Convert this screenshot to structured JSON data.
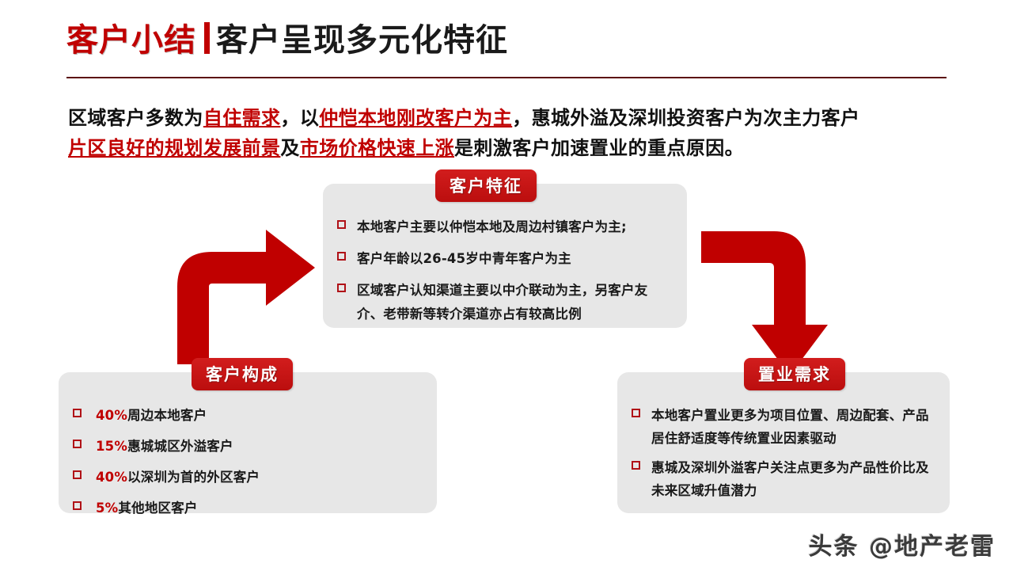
{
  "header": {
    "title_red": "客户小结",
    "title_black": "客户呈现多元化特征",
    "accent_color": "#c00000",
    "rule_color": "#5c1010"
  },
  "intro": {
    "line1_seg1": "区域客户多数为",
    "line1_hl1": "自住需求",
    "line1_seg2": "，以",
    "line1_hl2": "仲恺本地刚改客户为主",
    "line1_seg3": "，惠城外溢及深圳投资客户为次主力客户",
    "line2_hl1": "片区良好的规划发展前景",
    "line2_seg1": "及",
    "line2_hl2": "市场价格快速上涨",
    "line2_seg2": "是刺激客户加速置业的重点原因。"
  },
  "panels": {
    "feature": {
      "title": "客户特征",
      "bullets": [
        "本地客户主要以仲恺本地及周边村镇客户为主;",
        "客户年龄以26-45岁中青年客户为主",
        "区域客户认知渠道主要以中介联动为主，另客户友介、老带新等转介渠道亦占有较高比例"
      ]
    },
    "composition": {
      "title": "客户构成",
      "bullets": [
        {
          "pct": "40%",
          "text": "周边本地客户"
        },
        {
          "pct": "15%",
          "text": "惠城城区外溢客户"
        },
        {
          "pct": "40%",
          "text": "以深圳为首的外区客户"
        },
        {
          "pct": "5%",
          "text": "其他地区客户"
        }
      ]
    },
    "demand": {
      "title": "置业需求",
      "bullets": [
        "本地客户置业更多为项目位置、周边配套、产品居住舒适度等传统置业因素驱动",
        "惠城及深圳外溢客户关注点更多为产品性价比及未来区域升值潜力"
      ]
    }
  },
  "arrows": {
    "left_label": "arrow-up-right",
    "right_label": "arrow-down",
    "color": "#c00000"
  },
  "watermark": {
    "text": "头条 @地产老雷"
  }
}
